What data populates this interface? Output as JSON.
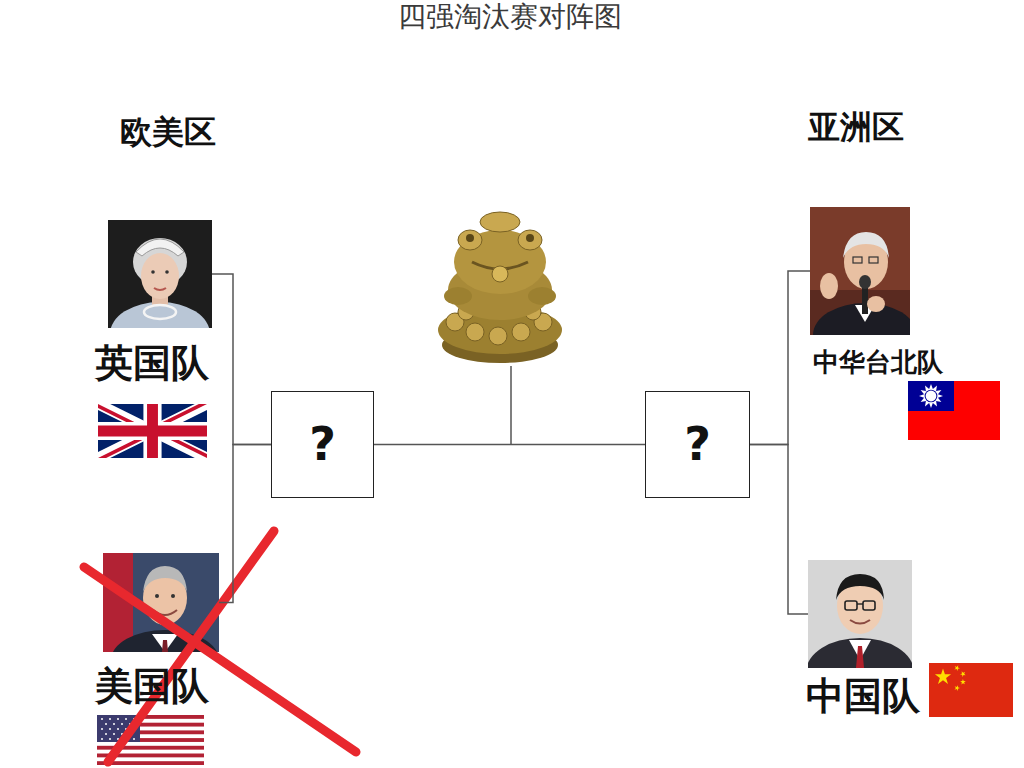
{
  "diagram": {
    "title": "四强淘汰赛对阵图",
    "nodes": [
      {
        "text": [
          "英国队"
        ]
      },
      {
        "text": [
          "美国队"
        ]
      },
      {
        "text": [
          "?"
        ]
      },
      {
        "text": [
          "?"
        ]
      },
      {
        "text": [
          "中华台北队"
        ]
      },
      {
        "text": [
          "中国队"
        ]
      }
    ],
    "edges": [
      {
        "from": 0,
        "to": 2,
        "arrow": "none"
      },
      {
        "from": 1,
        "to": 2,
        "arrow": "none"
      },
      {
        "from": 4,
        "to": 3,
        "arrow": "none"
      },
      {
        "from": 5,
        "to": 3,
        "arrow": "none"
      },
      {
        "from": 2,
        "to": 3,
        "arrow": "none"
      }
    ],
    "labels": [
      "欧美区",
      "亚洲区"
    ]
  }
}
